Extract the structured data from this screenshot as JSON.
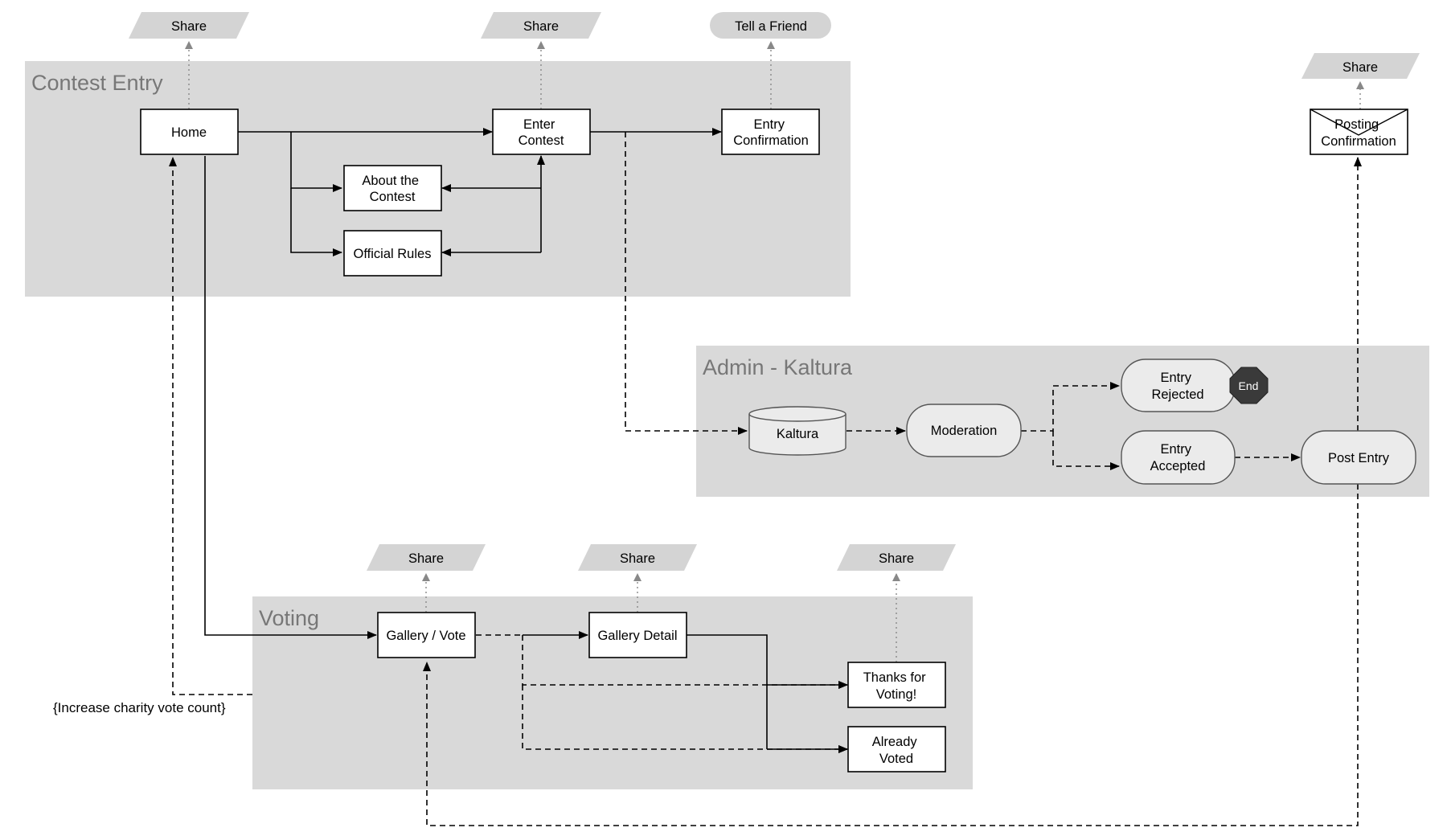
{
  "zones": {
    "contest_entry": "Contest Entry",
    "admin_kaltura": "Admin - Kaltura",
    "voting": "Voting"
  },
  "nodes": {
    "home": "Home",
    "enter_contest": [
      "Enter",
      "Contest"
    ],
    "entry_confirmation": [
      "Entry",
      "Confirmation"
    ],
    "about_contest": [
      "About the",
      "Contest"
    ],
    "official_rules": "Official Rules",
    "posting_confirmation": [
      "Posting",
      "Confirmation"
    ],
    "kaltura": "Kaltura",
    "moderation": "Moderation",
    "entry_rejected": [
      "Entry",
      "Rejected"
    ],
    "end": "End",
    "entry_accepted": [
      "Entry",
      "Accepted"
    ],
    "post_entry": "Post Entry",
    "gallery_vote": "Gallery / Vote",
    "gallery_detail": "Gallery Detail",
    "thanks_voting": [
      "Thanks for",
      "Voting!"
    ],
    "already_voted": [
      "Already",
      "Voted"
    ]
  },
  "actions": {
    "share_home": "Share",
    "share_enter": "Share",
    "tell_friend": "Tell a Friend",
    "share_posting": "Share",
    "share_gallery_vote": "Share",
    "share_gallery_detail": "Share",
    "share_thanks": "Share"
  },
  "notes": {
    "charity": "{Increase charity vote count}"
  },
  "colors": {
    "zone_fill": "#d9d9d9",
    "zone_label": "#777777",
    "share_fill": "#d4d4d4",
    "rounded_node_fill": "#ebebeb",
    "end_fill": "#3a3a3a"
  }
}
